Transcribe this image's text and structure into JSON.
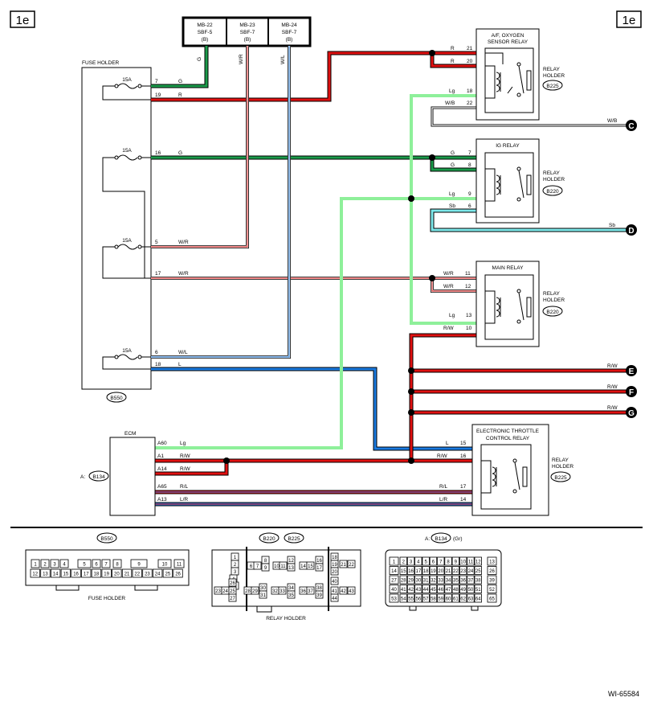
{
  "page": {
    "tag_left": "1e",
    "tag_right": "1e",
    "figure_id": "WI-65584"
  },
  "sbf": [
    {
      "name": "MB-22",
      "sub": "SBF-5",
      "conn": "(B)"
    },
    {
      "name": "MB-23",
      "sub": "SBF-7",
      "conn": "(B)"
    },
    {
      "name": "MB-24",
      "sub": "SBF-7",
      "conn": "(B)"
    }
  ],
  "fuse_holder": {
    "title": "FUSE HOLDER",
    "connector": "B550",
    "fuses": [
      "15A",
      "15A",
      "15A",
      "15A"
    ]
  },
  "wires": {
    "fh7": {
      "pin": "7",
      "color": "G"
    },
    "fh19": {
      "pin": "19",
      "color": "R"
    },
    "fh16": {
      "pin": "16",
      "color": "G"
    },
    "fh5": {
      "pin": "5",
      "color": "W/R"
    },
    "fh17": {
      "pin": "17",
      "color": "W/R"
    },
    "fh6": {
      "pin": "6",
      "color": "W/L"
    },
    "fh18": {
      "pin": "18",
      "color": "L"
    },
    "vG": "G",
    "vWR": "W/R",
    "vWL": "W/L",
    "C": "W/B",
    "D": "Sb",
    "E": "R/W",
    "F": "R/W",
    "G": "R/W"
  },
  "relays": {
    "af": {
      "title1": "A/F, OXYGEN",
      "title2": "SENSOR RELAY",
      "holder1": "RELAY",
      "holder2": "HOLDER",
      "conn": "B225",
      "pins": [
        {
          "color": "R",
          "pin": "21"
        },
        {
          "color": "R",
          "pin": "20"
        },
        {
          "color": "Lg",
          "pin": "18"
        },
        {
          "color": "W/B",
          "pin": "22"
        }
      ]
    },
    "ig": {
      "title": "IG RELAY",
      "holder1": "RELAY",
      "holder2": "HOLDER",
      "conn": "B220",
      "pins": [
        {
          "color": "G",
          "pin": "7"
        },
        {
          "color": "G",
          "pin": "8"
        },
        {
          "color": "Lg",
          "pin": "9"
        },
        {
          "color": "Sb",
          "pin": "6"
        }
      ]
    },
    "main": {
      "title": "MAIN RELAY",
      "holder1": "RELAY",
      "holder2": "HOLDER",
      "conn": "B220",
      "pins": [
        {
          "color": "W/R",
          "pin": "11"
        },
        {
          "color": "W/R",
          "pin": "12"
        },
        {
          "color": "Lg",
          "pin": "13"
        },
        {
          "color": "R/W",
          "pin": "10"
        }
      ]
    },
    "etc": {
      "title1": "ELECTRONIC THROTTLE",
      "title2": "CONTROL RELAY",
      "holder1": "RELAY",
      "holder2": "HOLDER",
      "conn": "B225",
      "pins": [
        {
          "color": "L",
          "pin": "15"
        },
        {
          "color": "R/W",
          "pin": "16"
        },
        {
          "color": "R/L",
          "pin": "17"
        },
        {
          "color": "L/R",
          "pin": "14"
        }
      ]
    }
  },
  "ecm": {
    "title": "ECM",
    "conn_prefix": "A:",
    "conn": "B134",
    "pins": [
      {
        "pin": "A60",
        "color": "Lg"
      },
      {
        "pin": "A1",
        "color": "R/W"
      },
      {
        "pin": "A14",
        "color": "R/W"
      },
      {
        "pin": "A65",
        "color": "R/L"
      },
      {
        "pin": "A13",
        "color": "L/R"
      }
    ]
  },
  "connectors": {
    "b550": {
      "id": "B550",
      "caption": "FUSE HOLDER",
      "top": [
        "1",
        "2",
        "3",
        "4",
        "5",
        "6",
        "7",
        "8",
        "9",
        "10",
        "11"
      ],
      "bottom": [
        "12",
        "13",
        "14",
        "15",
        "16",
        "17",
        "18",
        "19",
        "20",
        "21",
        "22",
        "23",
        "24",
        "25",
        "26"
      ]
    },
    "relay": {
      "id1": "B220",
      "id2": "B225",
      "caption": "RELAY HOLDER",
      "pins": [
        "1",
        "2",
        "3",
        "4",
        "5",
        "6",
        "7",
        "8",
        "9",
        "10",
        "11",
        "12",
        "13",
        "14",
        "15",
        "16",
        "17",
        "18",
        "19",
        "20",
        "21",
        "22",
        "23",
        "24",
        "25",
        "26",
        "27",
        "28",
        "29",
        "30",
        "31",
        "32",
        "33",
        "34",
        "35",
        "36",
        "37",
        "38",
        "39",
        "40",
        "41",
        "42",
        "43",
        "44"
      ]
    },
    "b134": {
      "prefix": "A:",
      "id": "B134",
      "suffix": "(Gr)",
      "rows": [
        [
          "1",
          "2",
          "3",
          "4",
          "5",
          "6",
          "7",
          "8",
          "9",
          "10",
          "11",
          "12",
          "13"
        ],
        [
          "14",
          "15",
          "16",
          "17",
          "18",
          "19",
          "20",
          "21",
          "22",
          "23",
          "24",
          "25",
          "26"
        ],
        [
          "27",
          "28",
          "29",
          "30",
          "31",
          "32",
          "33",
          "34",
          "35",
          "36",
          "37",
          "38",
          "39"
        ],
        [
          "40",
          "41",
          "42",
          "43",
          "44",
          "45",
          "46",
          "47",
          "48",
          "49",
          "50",
          "51",
          "52"
        ],
        [
          "53",
          "54",
          "55",
          "56",
          "57",
          "58",
          "59",
          "60",
          "61",
          "62",
          "63",
          "64",
          "65"
        ]
      ]
    }
  },
  "terminals": [
    "C",
    "D",
    "E",
    "F",
    "G"
  ],
  "colors": {
    "G": "#1a9a4a",
    "R": "#e01010",
    "L": "#1a7ae0",
    "Lg": "#8ef09a",
    "Sb": "#7de8ea",
    "B": "#000000"
  }
}
